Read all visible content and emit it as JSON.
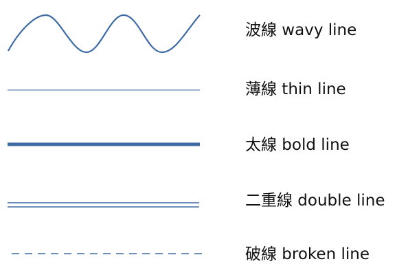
{
  "line_color": "#3e6aa4",
  "items": [
    {
      "kind": "wavy",
      "label": "波線 wavy line"
    },
    {
      "kind": "thin",
      "label": "薄線 thin line"
    },
    {
      "kind": "bold",
      "label": "太線 bold line"
    },
    {
      "kind": "double",
      "label": "二重線 double line"
    },
    {
      "kind": "broken",
      "label": "破線 broken line"
    }
  ]
}
